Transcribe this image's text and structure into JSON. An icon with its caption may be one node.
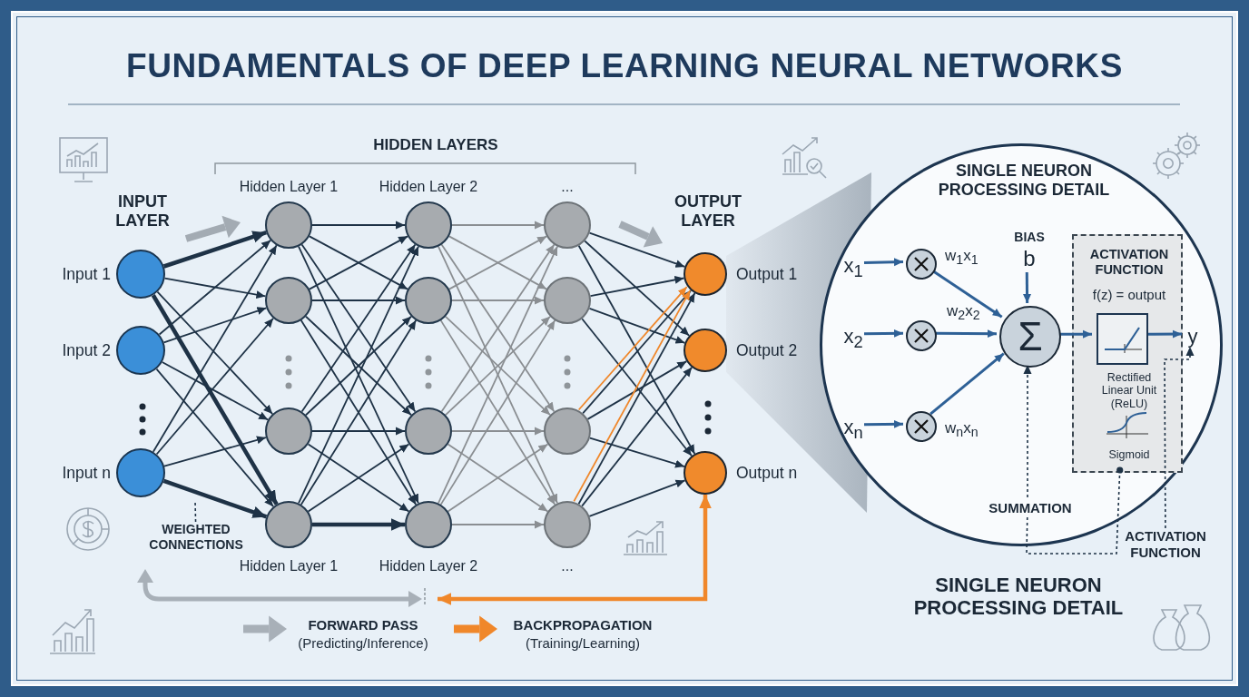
{
  "diagram": {
    "title": "FUNDAMENTALS OF DEEP LEARNING NEURAL NETWORKS",
    "nodes": [
      {
        "text": [],
        "shape": "circle",
        "beside": [
          "Input 1"
        ]
      },
      {
        "text": [],
        "shape": "circle",
        "beside": [
          "Input 2"
        ]
      },
      {
        "text": [],
        "shape": "circle",
        "beside": [
          "Input n"
        ]
      },
      {
        "text": [],
        "shape": "circle"
      },
      {
        "text": [],
        "shape": "circle"
      },
      {
        "text": [],
        "shape": "circle"
      },
      {
        "text": [],
        "shape": "circle"
      },
      {
        "text": [],
        "shape": "circle"
      },
      {
        "text": [],
        "shape": "circle"
      },
      {
        "text": [],
        "shape": "circle"
      },
      {
        "text": [],
        "shape": "circle"
      },
      {
        "text": [],
        "shape": "circle"
      },
      {
        "text": [],
        "shape": "circle"
      },
      {
        "text": [],
        "shape": "circle"
      },
      {
        "text": [],
        "shape": "circle"
      },
      {
        "text": [],
        "shape": "circle",
        "beside": [
          "Output 1"
        ]
      },
      {
        "text": [],
        "shape": "circle",
        "beside": [
          "Output 2"
        ]
      },
      {
        "text": [],
        "shape": "circle",
        "beside": [
          "Output n"
        ]
      },
      {
        "text": [
          "SINGLE NEURON PROCESSING DETAIL"
        ]
      },
      {
        "text": [
          "x$_{1}$"
        ],
        "in": 18
      },
      {
        "text": [
          "x$_{2}$"
        ],
        "in": 18
      },
      {
        "text": [
          "x$_{n}$"
        ],
        "in": 18
      },
      {
        "text": [],
        "shape": "circle",
        "in": 18,
        "beside": [
          "w$_{1}$x$_{1}$"
        ]
      },
      {
        "text": [],
        "shape": "circle",
        "in": 18,
        "beside": [
          "w$_{2}$x$_{2}$"
        ]
      },
      {
        "text": [],
        "shape": "circle",
        "in": 18,
        "beside": [
          "w$_{n}$x$_{n}$"
        ]
      },
      {
        "text": [
          "Σ"
        ],
        "in": 18
      },
      {
        "text": [
          "BIAS",
          "b"
        ],
        "in": 18
      },
      {
        "text": [
          "ACTIVATION FUNCTION",
          "f(z) = output",
          "Rectified Linear Unit (ReLU)",
          "Sigmoid"
        ],
        "in": 18
      },
      {
        "text": [],
        "shape": "box",
        "in": 27
      },
      {
        "text": [
          "y"
        ],
        "in": 18
      },
      {
        "text": [
          "SUMMATION"
        ],
        "in": 18
      },
      {
        "text": [
          "ACTIVATION FUNCTION"
        ]
      },
      {
        "text": [
          "WEIGHTED CONNECTIONS"
        ]
      }
    ],
    "edges": [
      {
        "from": 0,
        "to": 3,
        "arrow": "to",
        "style": "thick"
      },
      {
        "from": 0,
        "to": 4,
        "arrow": "to"
      },
      {
        "from": 0,
        "to": 5,
        "arrow": "to"
      },
      {
        "from": 0,
        "to": 6,
        "arrow": "to",
        "style": "thick"
      },
      {
        "from": 1,
        "to": 3,
        "arrow": "to"
      },
      {
        "from": 1,
        "to": 4,
        "arrow": "to"
      },
      {
        "from": 1,
        "to": 5,
        "arrow": "to"
      },
      {
        "from": 1,
        "to": 6,
        "arrow": "to"
      },
      {
        "from": 2,
        "to": 3,
        "arrow": "to"
      },
      {
        "from": 2,
        "to": 4,
        "arrow": "to"
      },
      {
        "from": 2,
        "to": 5,
        "arrow": "to"
      },
      {
        "from": 2,
        "to": 6,
        "arrow": "to",
        "style": "thick"
      },
      {
        "from": 3,
        "to": 7,
        "arrow": "to"
      },
      {
        "from": 3,
        "to": 8,
        "arrow": "to"
      },
      {
        "from": 3,
        "to": 9,
        "arrow": "to"
      },
      {
        "from": 3,
        "to": 10,
        "arrow": "to"
      },
      {
        "from": 4,
        "to": 7,
        "arrow": "to"
      },
      {
        "from": 4,
        "to": 8,
        "arrow": "to"
      },
      {
        "from": 4,
        "to": 9,
        "arrow": "to"
      },
      {
        "from": 4,
        "to": 10,
        "arrow": "to"
      },
      {
        "from": 5,
        "to": 7,
        "arrow": "to"
      },
      {
        "from": 5,
        "to": 8,
        "arrow": "to"
      },
      {
        "from": 5,
        "to": 9,
        "arrow": "to"
      },
      {
        "from": 5,
        "to": 10,
        "arrow": "to"
      },
      {
        "from": 6,
        "to": 7,
        "arrow": "to"
      },
      {
        "from": 6,
        "to": 8,
        "arrow": "to"
      },
      {
        "from": 6,
        "to": 9,
        "arrow": "to"
      },
      {
        "from": 6,
        "to": 10,
        "arrow": "to",
        "style": "thick"
      },
      {
        "from": 7,
        "to": 11,
        "arrow": "to",
        "color": "#8a8e92"
      },
      {
        "from": 7,
        "to": 12,
        "arrow": "to",
        "color": "#8a8e92"
      },
      {
        "from": 7,
        "to": 13,
        "arrow": "to",
        "color": "#8a8e92"
      },
      {
        "from": 7,
        "to": 14,
        "arrow": "to",
        "color": "#8a8e92"
      },
      {
        "from": 8,
        "to": 11,
        "arrow": "to",
        "color": "#8a8e92"
      },
      {
        "from": 8,
        "to": 12,
        "arrow": "to",
        "color": "#8a8e92"
      },
      {
        "from": 8,
        "to": 13,
        "arrow": "to",
        "color": "#8a8e92"
      },
      {
        "from": 8,
        "to": 14,
        "arrow": "to",
        "color": "#8a8e92"
      },
      {
        "from": 9,
        "to": 11,
        "arrow": "to",
        "color": "#8a8e92"
      },
      {
        "from": 9,
        "to": 12,
        "arrow": "to",
        "color": "#8a8e92"
      },
      {
        "from": 9,
        "to": 13,
        "arrow": "to",
        "color": "#8a8e92"
      },
      {
        "from": 9,
        "to": 14,
        "arrow": "to",
        "color": "#8a8e92"
      },
      {
        "from": 10,
        "to": 11,
        "arrow": "to",
        "color": "#8a8e92"
      },
      {
        "from": 10,
        "to": 12,
        "arrow": "to",
        "color": "#8a8e92"
      },
      {
        "from": 10,
        "to": 13,
        "arrow": "to",
        "color": "#8a8e92"
      },
      {
        "from": 10,
        "to": 14,
        "arrow": "to",
        "color": "#8a8e92"
      },
      {
        "from": 11,
        "to": 15,
        "arrow": "to"
      },
      {
        "from": 11,
        "to": 16,
        "arrow": "to"
      },
      {
        "from": 11,
        "to": 17,
        "arrow": "to"
      },
      {
        "from": 12,
        "to": 15,
        "arrow": "to"
      },
      {
        "from": 12,
        "to": 16,
        "arrow": "to"
      },
      {
        "from": 12,
        "to": 17,
        "arrow": "to"
      },
      {
        "from": 13,
        "to": 15,
        "arrow": "to"
      },
      {
        "from": 13,
        "to": 16,
        "arrow": "to"
      },
      {
        "from": 13,
        "to": 17,
        "arrow": "to"
      },
      {
        "from": 14,
        "to": 15,
        "arrow": "to"
      },
      {
        "from": 14,
        "to": 16,
        "arrow": "to"
      },
      {
        "from": 14,
        "to": 17,
        "arrow": "to"
      },
      {
        "from": 13,
        "to": 15,
        "arrow": "to",
        "color": "#f0872a"
      },
      {
        "from": 14,
        "to": 15,
        "arrow": "to",
        "color": "#f0872a"
      },
      {
        "from": null,
        "to": 17,
        "arrow": "both",
        "style": "thick",
        "color": "#f0872a"
      },
      {
        "from": 19,
        "to": 22,
        "arrow": "to",
        "color": "#2e6096"
      },
      {
        "from": 20,
        "to": 23,
        "arrow": "to",
        "color": "#2e6096"
      },
      {
        "from": 21,
        "to": 24,
        "arrow": "to",
        "color": "#2e6096"
      },
      {
        "from": 22,
        "to": 25,
        "arrow": "to",
        "color": "#2e6096"
      },
      {
        "from": 23,
        "to": 25,
        "arrow": "to",
        "color": "#2e6096"
      },
      {
        "from": 24,
        "to": 25,
        "arrow": "to",
        "color": "#2e6096"
      },
      {
        "from": 26,
        "to": 25,
        "arrow": "to",
        "color": "#2e6096"
      },
      {
        "from": 25,
        "to": 28,
        "arrow": "to",
        "color": "#2e6096"
      },
      {
        "from": 28,
        "to": 29,
        "arrow": "to",
        "color": "#2e6096"
      },
      {
        "from": 30,
        "to": 25,
        "arrow": "to",
        "style": "dashed"
      },
      {
        "from": 30,
        "to": 27,
        "arrow": "other",
        "style": "dashed"
      },
      {
        "from": 31,
        "to": 29,
        "arrow": "to",
        "style": "dashed"
      },
      {
        "from": 32,
        "to": null,
        "arrow": "none",
        "style": "dashed"
      }
    ],
    "labels": [
      "HIDDEN LAYERS",
      "INPUT LAYER",
      "Hidden Layer 1",
      "Hidden Layer 2",
      "...",
      "OUTPUT LAYER",
      "Hidden Layer 1",
      "Hidden Layer 2",
      "...",
      "SINGLE NEURON PROCESSING DETAIL"
    ],
    "legend": [
      {
        "text": "**FORWARD PASS** (Predicting/Inference)"
      },
      {
        "text": "**BACKPROPAGATION** (Training/Learning)"
      }
    ]
  }
}
